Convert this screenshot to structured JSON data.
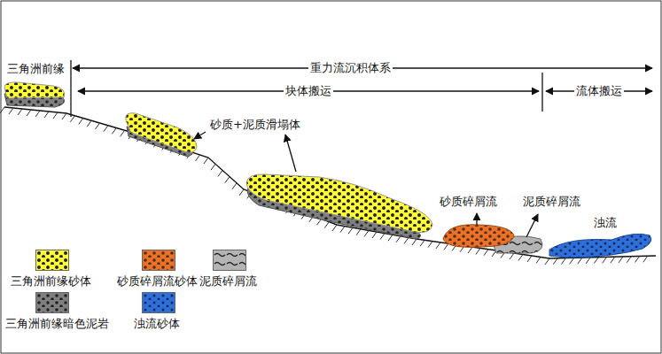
{
  "diagram": {
    "labels": [
      "三角洲前缘",
      "重力流沉积体系",
      "块体搬运",
      "流体搬运",
      "砂质+泥质滑塌体",
      "砂质碎屑流",
      "泥质碎屑流",
      "浊流"
    ],
    "legend": [
      {
        "text": "三角洲前缘砂体",
        "color": "#ffff33"
      },
      {
        "text": "砂质碎屑流砂体",
        "color": "#e8722a"
      },
      {
        "text": "泥质碎屑流",
        "color": "#b4b4b4"
      },
      {
        "text": "三角洲前缘暗色泥岩",
        "color": "#7f7f7f"
      },
      {
        "text": "浊流砂体",
        "color": "#2f6fd8"
      }
    ]
  }
}
